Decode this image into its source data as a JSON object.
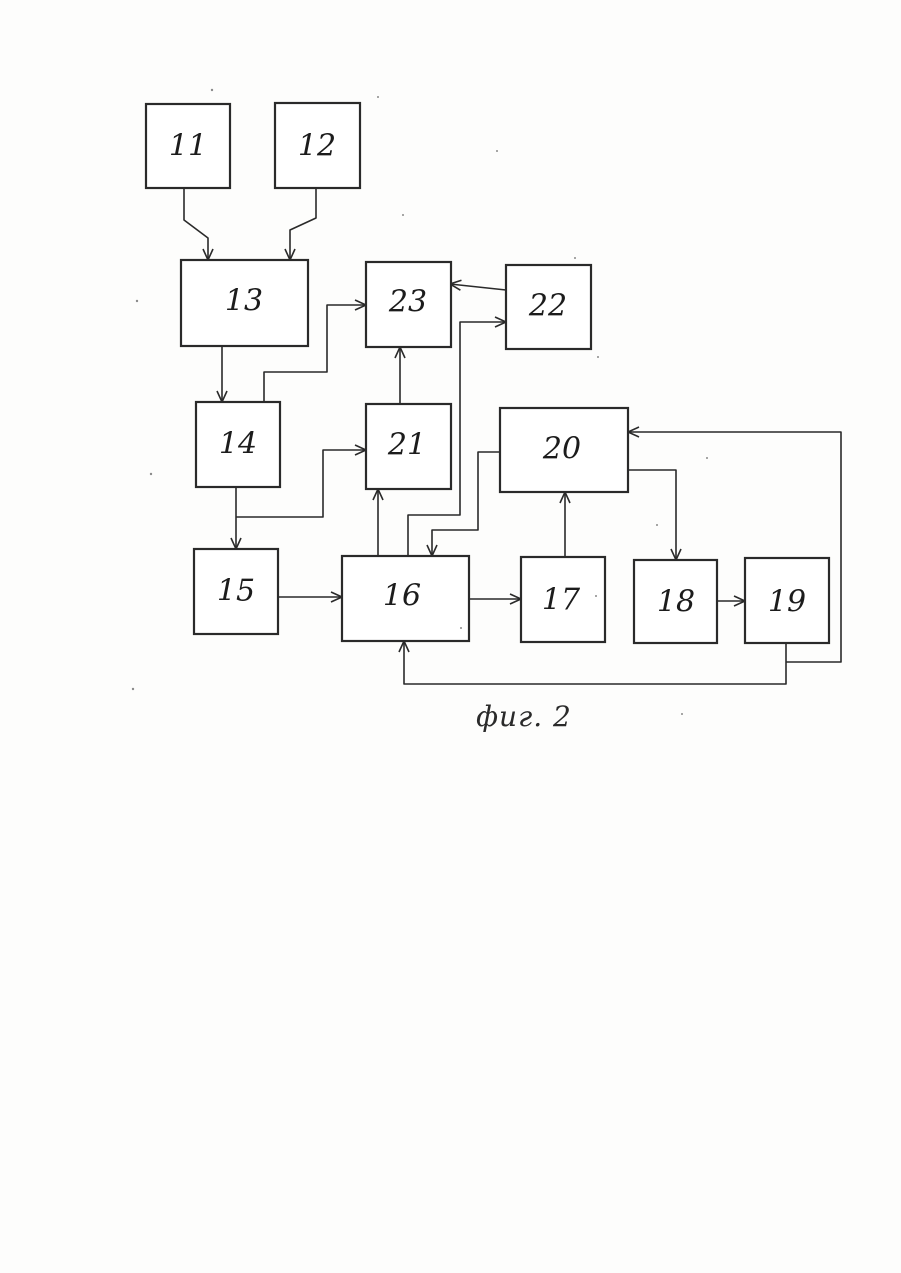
{
  "diagram": {
    "caption": "фиг. 2",
    "blocks": [
      {
        "id": "b11",
        "label": "11"
      },
      {
        "id": "b12",
        "label": "12"
      },
      {
        "id": "b13",
        "label": "13"
      },
      {
        "id": "b14",
        "label": "14"
      },
      {
        "id": "b15",
        "label": "15"
      },
      {
        "id": "b16",
        "label": "16"
      },
      {
        "id": "b17",
        "label": "17"
      },
      {
        "id": "b18",
        "label": "18"
      },
      {
        "id": "b19",
        "label": "19"
      },
      {
        "id": "b20",
        "label": "20"
      },
      {
        "id": "b21",
        "label": "21"
      },
      {
        "id": "b22",
        "label": "22"
      },
      {
        "id": "b23",
        "label": "23"
      }
    ],
    "connections": [
      {
        "from": "11",
        "to": "13"
      },
      {
        "from": "12",
        "to": "13"
      },
      {
        "from": "13",
        "to": "14"
      },
      {
        "from": "14",
        "to": "23"
      },
      {
        "from": "14",
        "to": "15"
      },
      {
        "from": "14",
        "to": "21"
      },
      {
        "from": "15",
        "to": "16"
      },
      {
        "from": "16",
        "to": "21"
      },
      {
        "from": "16",
        "to": "22"
      },
      {
        "from": "16",
        "to": "17"
      },
      {
        "from": "17",
        "to": "20"
      },
      {
        "from": "20",
        "to": "16"
      },
      {
        "from": "20",
        "to": "18"
      },
      {
        "from": "18",
        "to": "19"
      },
      {
        "from": "19",
        "to": "16"
      },
      {
        "from": "19",
        "to": "20"
      },
      {
        "from": "21",
        "to": "23"
      },
      {
        "from": "22",
        "to": "23"
      }
    ]
  }
}
